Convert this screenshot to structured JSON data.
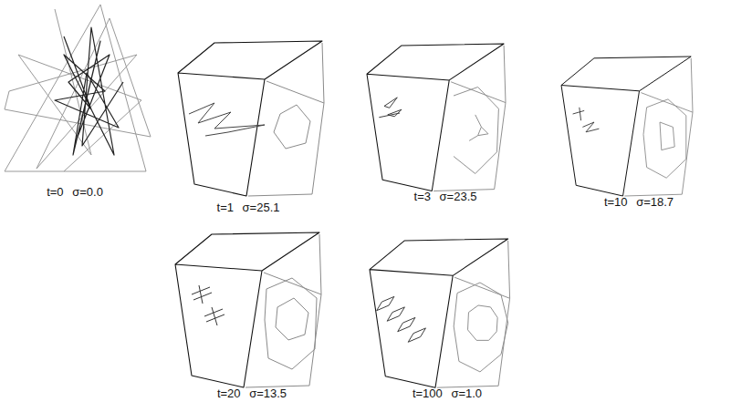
{
  "diagram": {
    "labels": [
      "t=0 σ=0.0",
      "t=1 σ=25.1",
      "t=3 σ=23.5",
      "t=10 σ=18.7",
      "t=20 σ=13.5",
      "t=100 σ=1.0"
    ]
  }
}
